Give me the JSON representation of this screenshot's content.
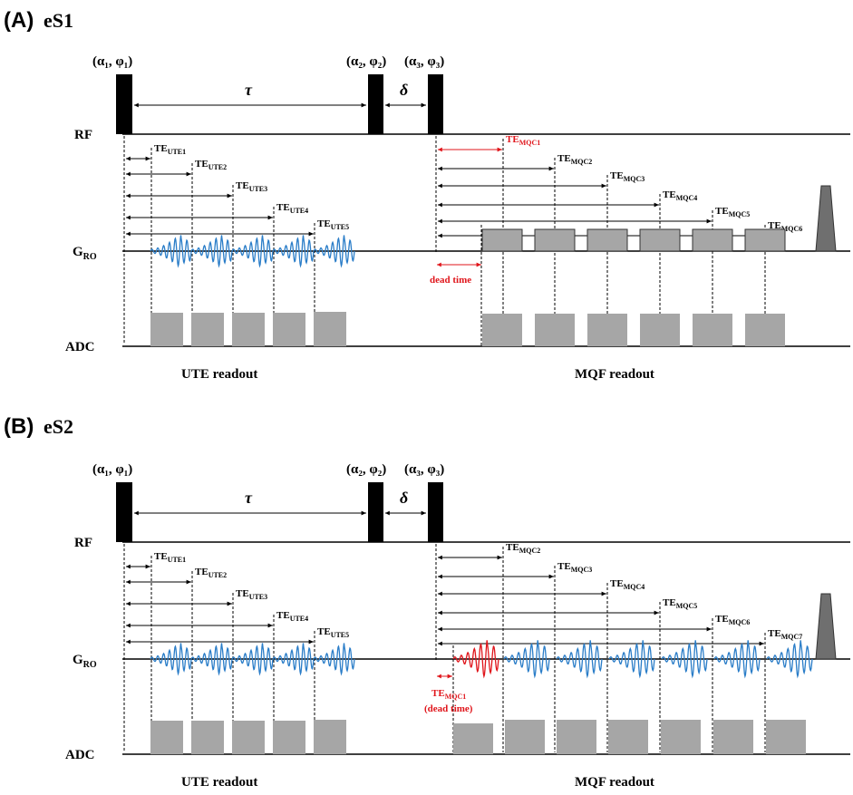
{
  "colors": {
    "rf_pulse": "#000000",
    "blue_signal": "#2a7dc8",
    "red_signal": "#e0151b",
    "gray_block": "#a6a6a6",
    "gradient_spoiler": "#6f6f6f",
    "highlight_text": "#e0151b"
  },
  "panels": [
    {
      "letter": "(A)",
      "name": "eS1",
      "pulse_labels": {
        "p1": "(α₁, φ₁)",
        "p2": "(α₂, φ₂)",
        "p3": "(α₃, φ₃)",
        "tau": "τ",
        "delta": "δ"
      },
      "rows": {
        "rf": "RF",
        "gro_main": "G",
        "gro_sub": "RO",
        "adc": "ADC"
      },
      "ute_te": [
        {
          "main": "TE",
          "sub": "UTE1"
        },
        {
          "main": "TE",
          "sub": "UTE2"
        },
        {
          "main": "TE",
          "sub": "UTE3"
        },
        {
          "main": "TE",
          "sub": "UTE4"
        },
        {
          "main": "TE",
          "sub": "UTE5"
        }
      ],
      "mqf_te": [
        {
          "main": "TE",
          "sub": "MQC1",
          "highlight": true
        },
        {
          "main": "TE",
          "sub": "MQC2"
        },
        {
          "main": "TE",
          "sub": "MQC3"
        },
        {
          "main": "TE",
          "sub": "MQC4"
        },
        {
          "main": "TE",
          "sub": "MQC5"
        },
        {
          "main": "TE",
          "sub": "MQC6"
        }
      ],
      "dead_label": "dead time",
      "dead_label_line2": "",
      "ute_readout": "UTE readout",
      "mqf_readout": "MQF readout"
    },
    {
      "letter": "(B)",
      "name": "eS2",
      "pulse_labels": {
        "p1": "(α₁, φ₁)",
        "p2": "(α₂, φ₂)",
        "p3": "(α₃, φ₃)",
        "tau": "τ",
        "delta": "δ"
      },
      "rows": {
        "rf": "RF",
        "gro_main": "G",
        "gro_sub": "RO",
        "adc": "ADC"
      },
      "ute_te": [
        {
          "main": "TE",
          "sub": "UTE1"
        },
        {
          "main": "TE",
          "sub": "UTE2"
        },
        {
          "main": "TE",
          "sub": "UTE3"
        },
        {
          "main": "TE",
          "sub": "UTE4"
        },
        {
          "main": "TE",
          "sub": "UTE5"
        }
      ],
      "mqf_te": [
        {
          "main": "TE",
          "sub": "MQC2"
        },
        {
          "main": "TE",
          "sub": "MQC3"
        },
        {
          "main": "TE",
          "sub": "MQC4"
        },
        {
          "main": "TE",
          "sub": "MQC5"
        },
        {
          "main": "TE",
          "sub": "MQC6"
        },
        {
          "main": "TE",
          "sub": "MQC7"
        }
      ],
      "dead_label": "TE",
      "dead_label_sub": "MQC1",
      "dead_label_line2": "(dead time)",
      "ute_readout": "UTE readout",
      "mqf_readout": "MQF readout"
    }
  ]
}
